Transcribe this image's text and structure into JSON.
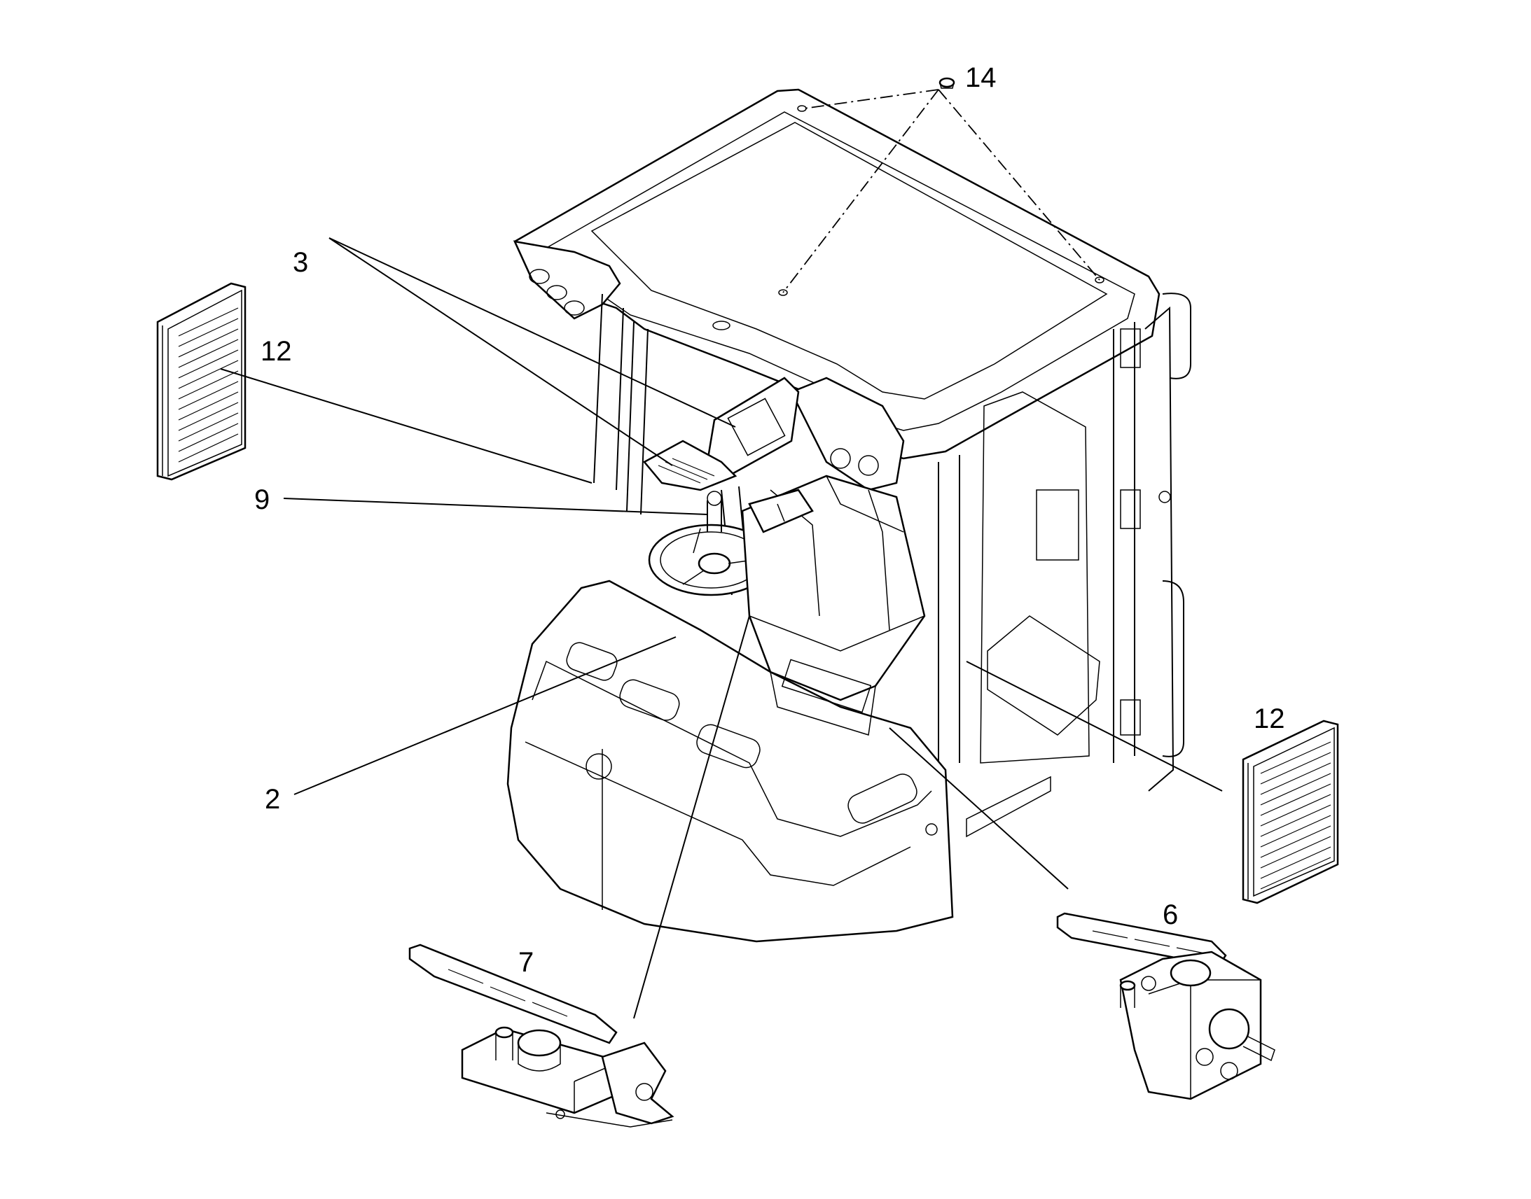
{
  "diagram": {
    "callouts": [
      {
        "id": "14",
        "text": "14"
      },
      {
        "id": "3",
        "text": "3"
      },
      {
        "id": "12-left",
        "text": "12"
      },
      {
        "id": "9",
        "text": "9"
      },
      {
        "id": "2",
        "text": "2"
      },
      {
        "id": "12-right",
        "text": "12"
      },
      {
        "id": "6",
        "text": "6"
      },
      {
        "id": "7",
        "text": "7"
      }
    ]
  }
}
